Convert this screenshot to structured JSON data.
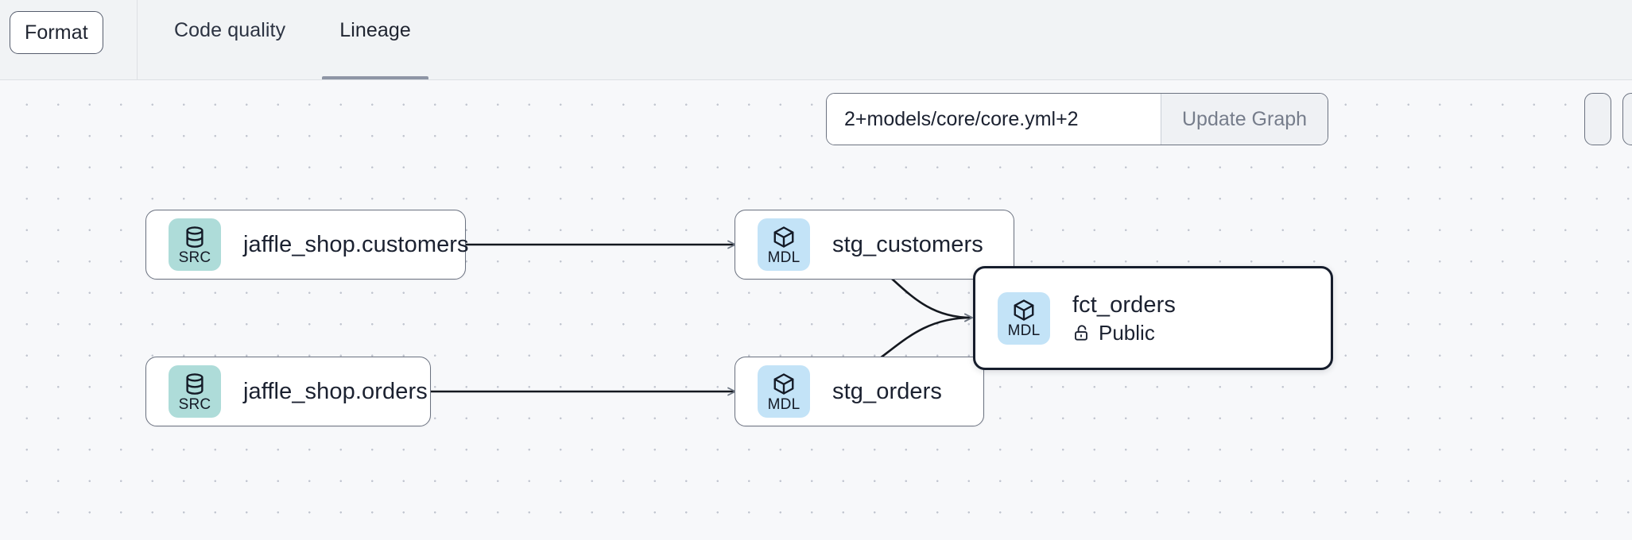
{
  "toolbar": {
    "format_label": "Format",
    "tabs": [
      {
        "label": "Code quality",
        "active": false
      },
      {
        "label": "Lineage",
        "active": true
      }
    ]
  },
  "graph_controls": {
    "selector_value": "2+models/core/core.yml+2",
    "selector_placeholder": "model selector",
    "update_graph_label": "Update Graph"
  },
  "lineage": {
    "nodes": [
      {
        "id": "jaffle_shop_customers",
        "badge_kind": "SRC",
        "badge_icon": "database-icon",
        "title": "jaffle_shop.customers",
        "subtitle": "",
        "selected": false
      },
      {
        "id": "stg_customers",
        "badge_kind": "MDL",
        "badge_icon": "cube-icon",
        "title": "stg_customers",
        "subtitle": "",
        "selected": false
      },
      {
        "id": "jaffle_shop_orders",
        "badge_kind": "SRC",
        "badge_icon": "database-icon",
        "title": "jaffle_shop.orders",
        "subtitle": "",
        "selected": false
      },
      {
        "id": "stg_orders",
        "badge_kind": "MDL",
        "badge_icon": "cube-icon",
        "title": "stg_orders",
        "subtitle": "",
        "selected": false
      },
      {
        "id": "fct_orders",
        "badge_kind": "MDL",
        "badge_icon": "cube-icon",
        "title": "fct_orders",
        "subtitle": "Public",
        "subtitle_icon": "unlock-icon",
        "selected": true
      }
    ],
    "edges": [
      {
        "from": "jaffle_shop_customers",
        "to": "stg_customers"
      },
      {
        "from": "jaffle_shop_orders",
        "to": "stg_orders"
      },
      {
        "from": "stg_customers",
        "to": "fct_orders"
      },
      {
        "from": "stg_orders",
        "to": "fct_orders"
      }
    ]
  },
  "colors": {
    "canvas_bg": "#f7f8fa",
    "toolbar_bg": "#f1f3f5",
    "src_badge": "#aedcd9",
    "mdl_badge": "#c3e3f7",
    "node_border": "#6b7280",
    "node_border_selected": "#161d2c",
    "tab_underline": "#8e95a5",
    "edge": "#14181f"
  }
}
